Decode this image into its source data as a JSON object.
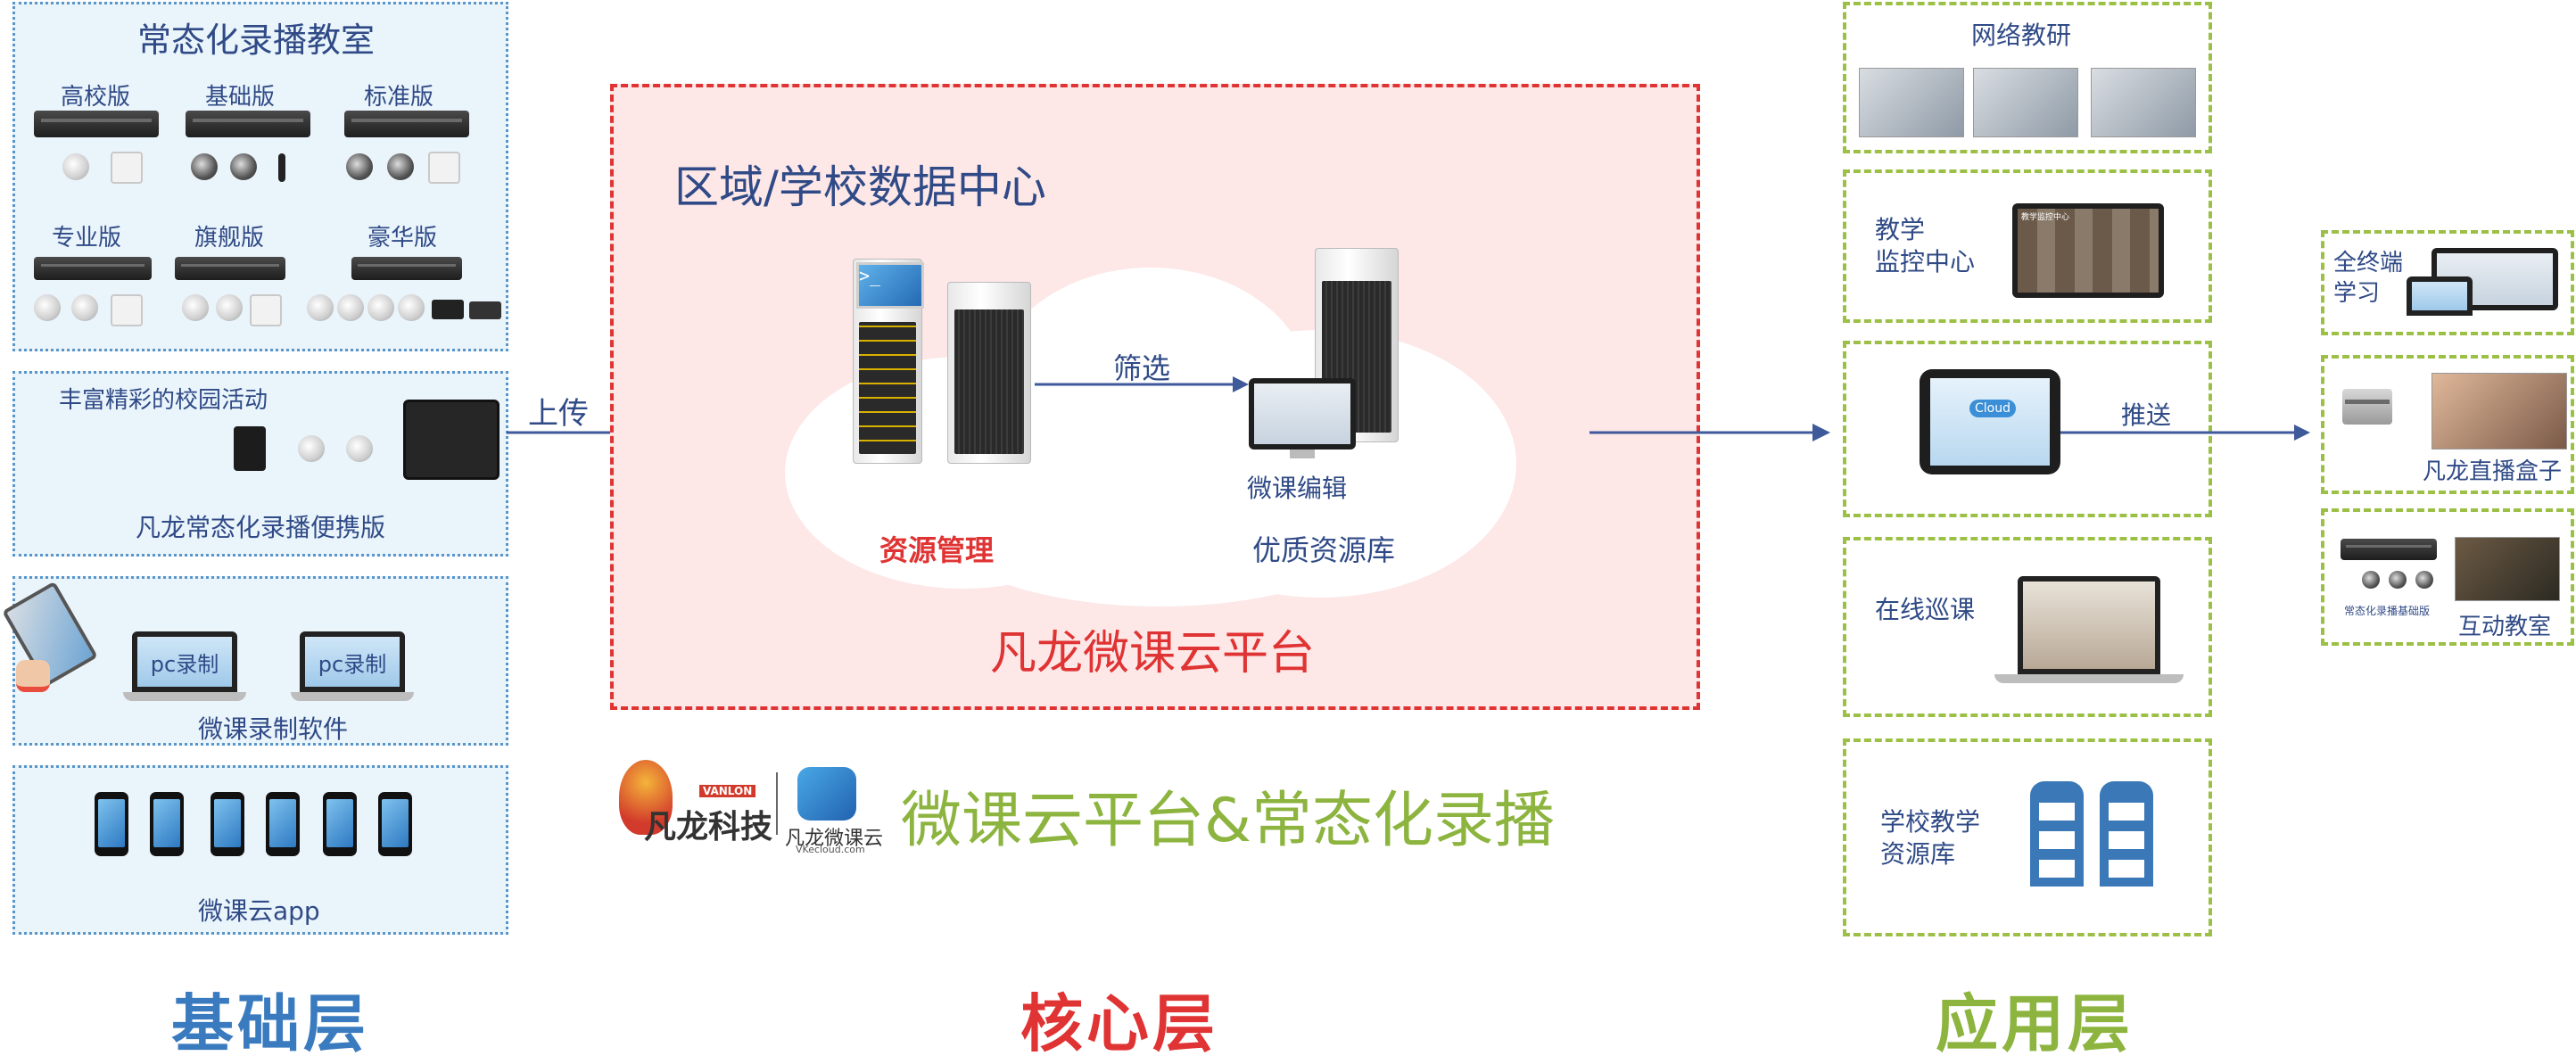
{
  "base_layer": {
    "title": "基础层",
    "recording_room": {
      "title": "常态化录播教室",
      "editions": [
        "高校版",
        "基础版",
        "标准版",
        "专业版",
        "旗舰版",
        "豪华版"
      ]
    },
    "portable": {
      "caption_top": "丰富精彩的校园活动",
      "caption_bottom": "凡龙常态化录播便携版"
    },
    "software": {
      "pc_label_1": "pc录制",
      "pc_label_2": "pc录制",
      "caption": "微课录制软件"
    },
    "app": {
      "caption": "微课云app"
    }
  },
  "core_layer": {
    "title": "核心层",
    "data_center": "区域/学校数据中心",
    "filter_label": "筛选",
    "resource_mgmt": "资源管理",
    "micro_edit": "微课编辑",
    "quality_lib": "优质资源库",
    "platform": "凡龙微课云平台"
  },
  "upload_label": "上传",
  "brand": {
    "vanlon_en": "VANLON",
    "logo_text": "凡龙科技",
    "cloud_logo_text": "凡龙微课云",
    "cloud_logo_url": "VKecloud.com",
    "slogan": "微课云平台&常态化录播"
  },
  "app_layer": {
    "title": "应用层",
    "items": [
      "网络教研",
      "教学\n监控中心",
      "在线巡课",
      "学校教学\n资源库"
    ],
    "push_label": "推送",
    "tablet_cloud": "Cloud",
    "monitor_heading": "教学监控中心"
  },
  "outputs": {
    "all_terminal": "全终端\n学习",
    "live_box": "凡龙直播盒子",
    "device_caption": "常态化录播基础版",
    "interactive": "互动教室"
  },
  "colors": {
    "blue": "#2f4a86",
    "red": "#e03333",
    "green": "#8cb43f",
    "layer_blue": "#3a7bbf"
  }
}
